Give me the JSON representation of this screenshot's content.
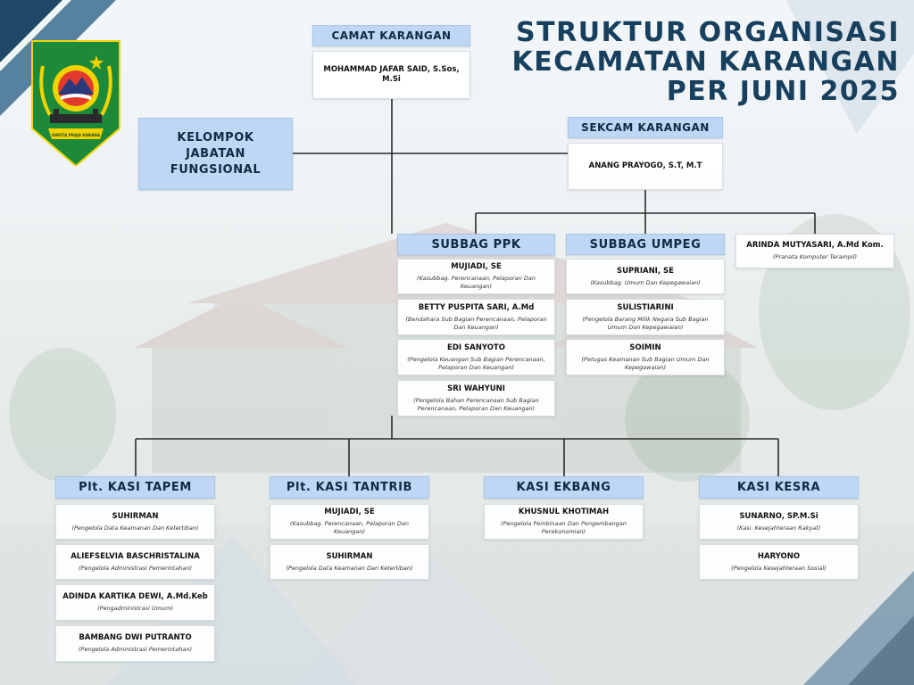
{
  "title": {
    "line1": "STRUKTUR ORGANISASI",
    "line2": "KECAMATAN KARANGAN",
    "line3": "PER JUNI 2025"
  },
  "logo": {
    "motto": "UWILTA PRAJA KARANA"
  },
  "camat": {
    "title": "CAMAT KARANGAN",
    "name": "MOHAMMAD JAFAR SAID, S.Sos, M.Si"
  },
  "fungsional": {
    "title": "KELOMPOK JABATAN FUNGSIONAL"
  },
  "sekcam": {
    "title": "SEKCAM KARANGAN",
    "name": "ANANG PRAYOGO, S.T, M.T"
  },
  "ppk": {
    "title": "SUBBAG PPK",
    "members": [
      {
        "name": "MUJIADI, SE",
        "role": "(Kasubbag. Perencanaan, Pelaporan Dan Keuangan)"
      },
      {
        "name": "BETTY PUSPITA SARI, A.Md",
        "role": "(Bendahara Sub Bagian Perencanaan, Pelaporan Dan Keuangan)"
      },
      {
        "name": "EDI SANYOTO",
        "role": "(Pengelola Keuangan Sub Bagian Perencanaan, Pelaporan Dan Keuangan)"
      },
      {
        "name": "SRI WAHYUNI",
        "role": "(Pengelola Bahan Perencanaan Sub Bagian Perencanaan, Pelaporan Dan Keuangan)"
      }
    ]
  },
  "umpeg": {
    "title": "SUBBAG UMPEG",
    "members": [
      {
        "name": "SUPRIANI, SE",
        "role": "(Kasubbag. Umum Dan Kepegawaian)"
      },
      {
        "name": "SULISTIARINI",
        "role": "(Pengelola Barang Milik Negara Sub Bagian Umum Dan Kepegawaian)"
      },
      {
        "name": "SOIMIN",
        "role": "(Petugas Keamanan Sub Bagian Umum Dan Kepegawaian)"
      }
    ]
  },
  "pranata": {
    "name": "ARINDA MUTYASARI, A.Md Kom.",
    "role": "(Pranata Komputer Terampil)"
  },
  "tapem": {
    "title": "Plt. KASI TAPEM",
    "members": [
      {
        "name": "SUHIRMAN",
        "role": "(Pengelola Data Keamanan Dan Ketertiban)"
      },
      {
        "name": "ALIEFSELVIA BASCHRISTALINA",
        "role": "(Pengelola Administrasi Pemerintahan)"
      },
      {
        "name": "ADINDA KARTIKA DEWI, A.Md.Keb",
        "role": "(Pengadministrasi Umum)"
      },
      {
        "name": "BAMBANG DWI PUTRANTO",
        "role": "(Pengelola Administrasi Pemerintahan)"
      }
    ]
  },
  "tantrib": {
    "title": "Plt. KASI TANTRIB",
    "members": [
      {
        "name": "MUJIADI, SE",
        "role": "(Kasubbag. Perencanaan, Pelaporan Dan Keuangan)"
      },
      {
        "name": "SUHIRMAN",
        "role": "(Pengelola Data Keamanan Dan Ketertiban)"
      }
    ]
  },
  "ekbang": {
    "title": "KASI EKBANG",
    "members": [
      {
        "name": "KHUSNUL KHOTIMAH",
        "role": "(Pengelola Pembinaan Dan Pengembangan Perekonomian)"
      }
    ]
  },
  "kesra": {
    "title": "KASI KESRA",
    "members": [
      {
        "name": "SUNARNO, SP.M.Si",
        "role": "(Kasi. Kesejahteraan Rakyat)"
      },
      {
        "name": "HARYONO",
        "role": "(Pengelola Kesejahteraan Sosial)"
      }
    ]
  },
  "colors": {
    "header_fill": "#bfd7f4",
    "title_text": "#17405e",
    "accent_dark": "#2b5170"
  }
}
